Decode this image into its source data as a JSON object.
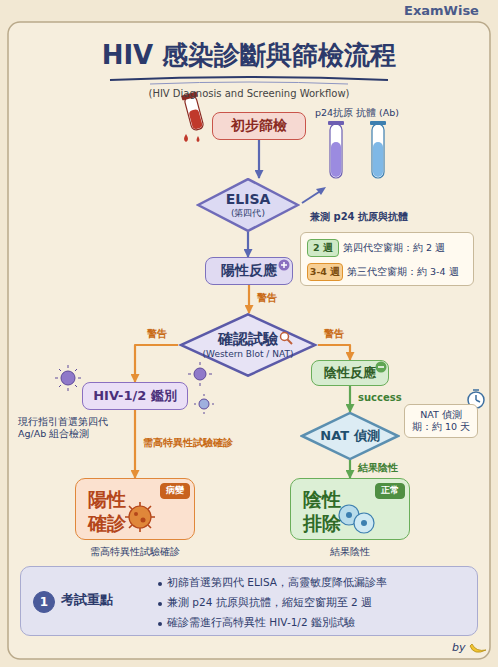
{
  "diagram": {
    "title": "HIV 感染診斷與篩檢流程",
    "nodes": [
      {
        "text": [
          "初步篩檢"
        ]
      },
      {
        "text": [
          "ELISA",
          "(第四代)"
        ]
      },
      {
        "text": [
          "第四代空窗期：約 2 週",
          "第三代空窗期：約 3-4 週"
        ]
      },
      {
        "text": [
          "2 週"
        ],
        "in": 2
      },
      {
        "text": [
          "3-4 週"
        ],
        "in": 2
      },
      {
        "text": [
          "陽性反應"
        ]
      },
      {
        "text": [
          "確認試驗",
          "(Western Blot / NAT)"
        ]
      },
      {
        "text": [
          "HIV-1/2 鑑別"
        ]
      },
      {
        "text": [
          "陰性反應"
        ]
      },
      {
        "text": [
          "NAT 偵測期：約 10 天"
        ]
      },
      {
        "text": [
          "NAT 偵測"
        ]
      },
      {
        "text": [
          "陽性 確診"
        ]
      },
      {
        "text": [
          "病變"
        ],
        "in": 11
      },
      {
        "text": [
          "陰性 排除"
        ]
      },
      {
        "text": [
          "正常"
        ],
        "in": 13
      },
      {
        "text": [
          "考試重點",
          "初篩首選第四代 ELISA，高靈敏度降低漏診率",
          "兼測 p24 抗原與抗體，縮短空窗期至 2 週",
          "確診需進行高特異性 HIV-1/2 鑑別試驗"
        ]
      },
      {
        "text": [
          "1"
        ],
        "in": 15
      }
    ],
    "edges": [
      {
        "from": 0,
        "to": 1,
        "arrow": "to"
      },
      {
        "from": 1,
        "to": 5,
        "arrow": "to"
      },
      {
        "from": 5,
        "to": 6,
        "label": "警告",
        "arrow": "to"
      },
      {
        "from": 6,
        "to": 7,
        "label": "警告",
        "arrow": "to"
      },
      {
        "from": 6,
        "to": 8,
        "label": "警告",
        "arrow": "to"
      },
      {
        "from": 7,
        "to": 11,
        "label": "需高特異性試驗確診",
        "arrow": "to"
      },
      {
        "from": 8,
        "to": 10,
        "label": "success",
        "arrow": "to"
      },
      {
        "from": 10,
        "to": 13,
        "label": "結果陰性",
        "arrow": "to"
      }
    ],
    "labels": [
      "ExamWise",
      "(HIV Diagnosis and Screening Workflow)",
      "p24抗原",
      "抗體 (Ab)",
      "兼測 p24 抗原與抗體",
      "現行指引首選第四代 Ag/Ab 組合檢測",
      "需高特異性試驗確診",
      "結果陰性",
      "by"
    ]
  }
}
